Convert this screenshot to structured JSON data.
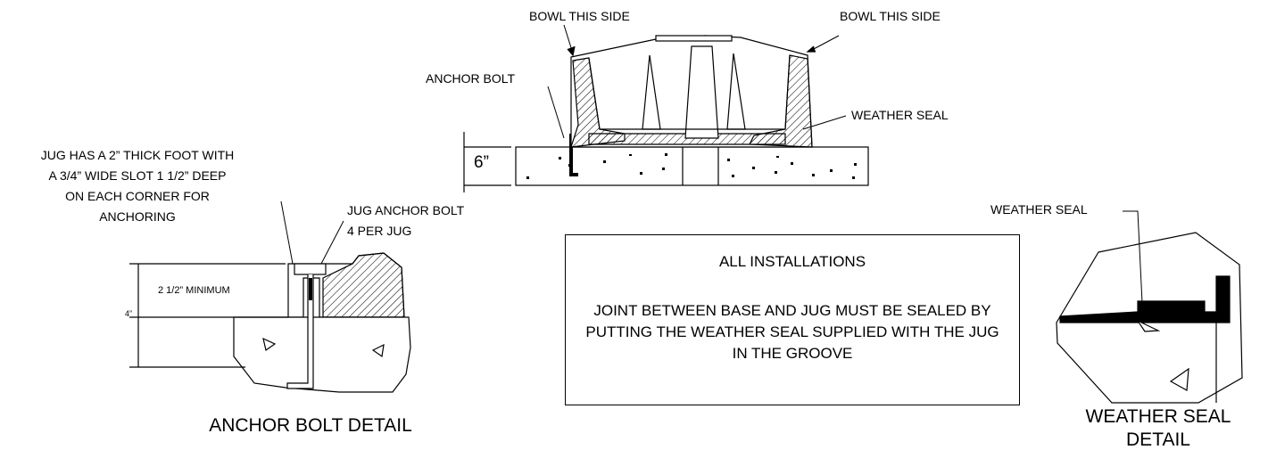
{
  "bowl_detail": {
    "label_bowl_left": "BOWL THIS SIDE",
    "label_bowl_right": "BOWL THIS SIDE",
    "label_anchor_bolt": "ANCHOR BOLT",
    "label_weather_seal": "WEATHER SEAL",
    "dimension_base": "6”"
  },
  "anchor_detail": {
    "note": "JUG HAS A 2” THICK FOOT WITH\nA 3/4” WIDE SLOT 1 1/2” DEEP\nON EACH CORNER FOR\nANCHORING",
    "bolt_label": "JUG ANCHOR BOLT\n4 PER JUG",
    "minimum_label": "2 1/2” MINIMUM",
    "depth_label": "4”",
    "caption": "ANCHOR BOLT DETAIL"
  },
  "note_box": {
    "title": "ALL INSTALLATIONS",
    "body": "JOINT BETWEEN BASE AND JUG MUST BE SEALED BY PUTTING THE WEATHER SEAL SUPPLIED WITH THE JUG IN THE GROOVE"
  },
  "seal_detail": {
    "label": "WEATHER SEAL",
    "caption": "WEATHER SEAL\nDETAIL"
  }
}
